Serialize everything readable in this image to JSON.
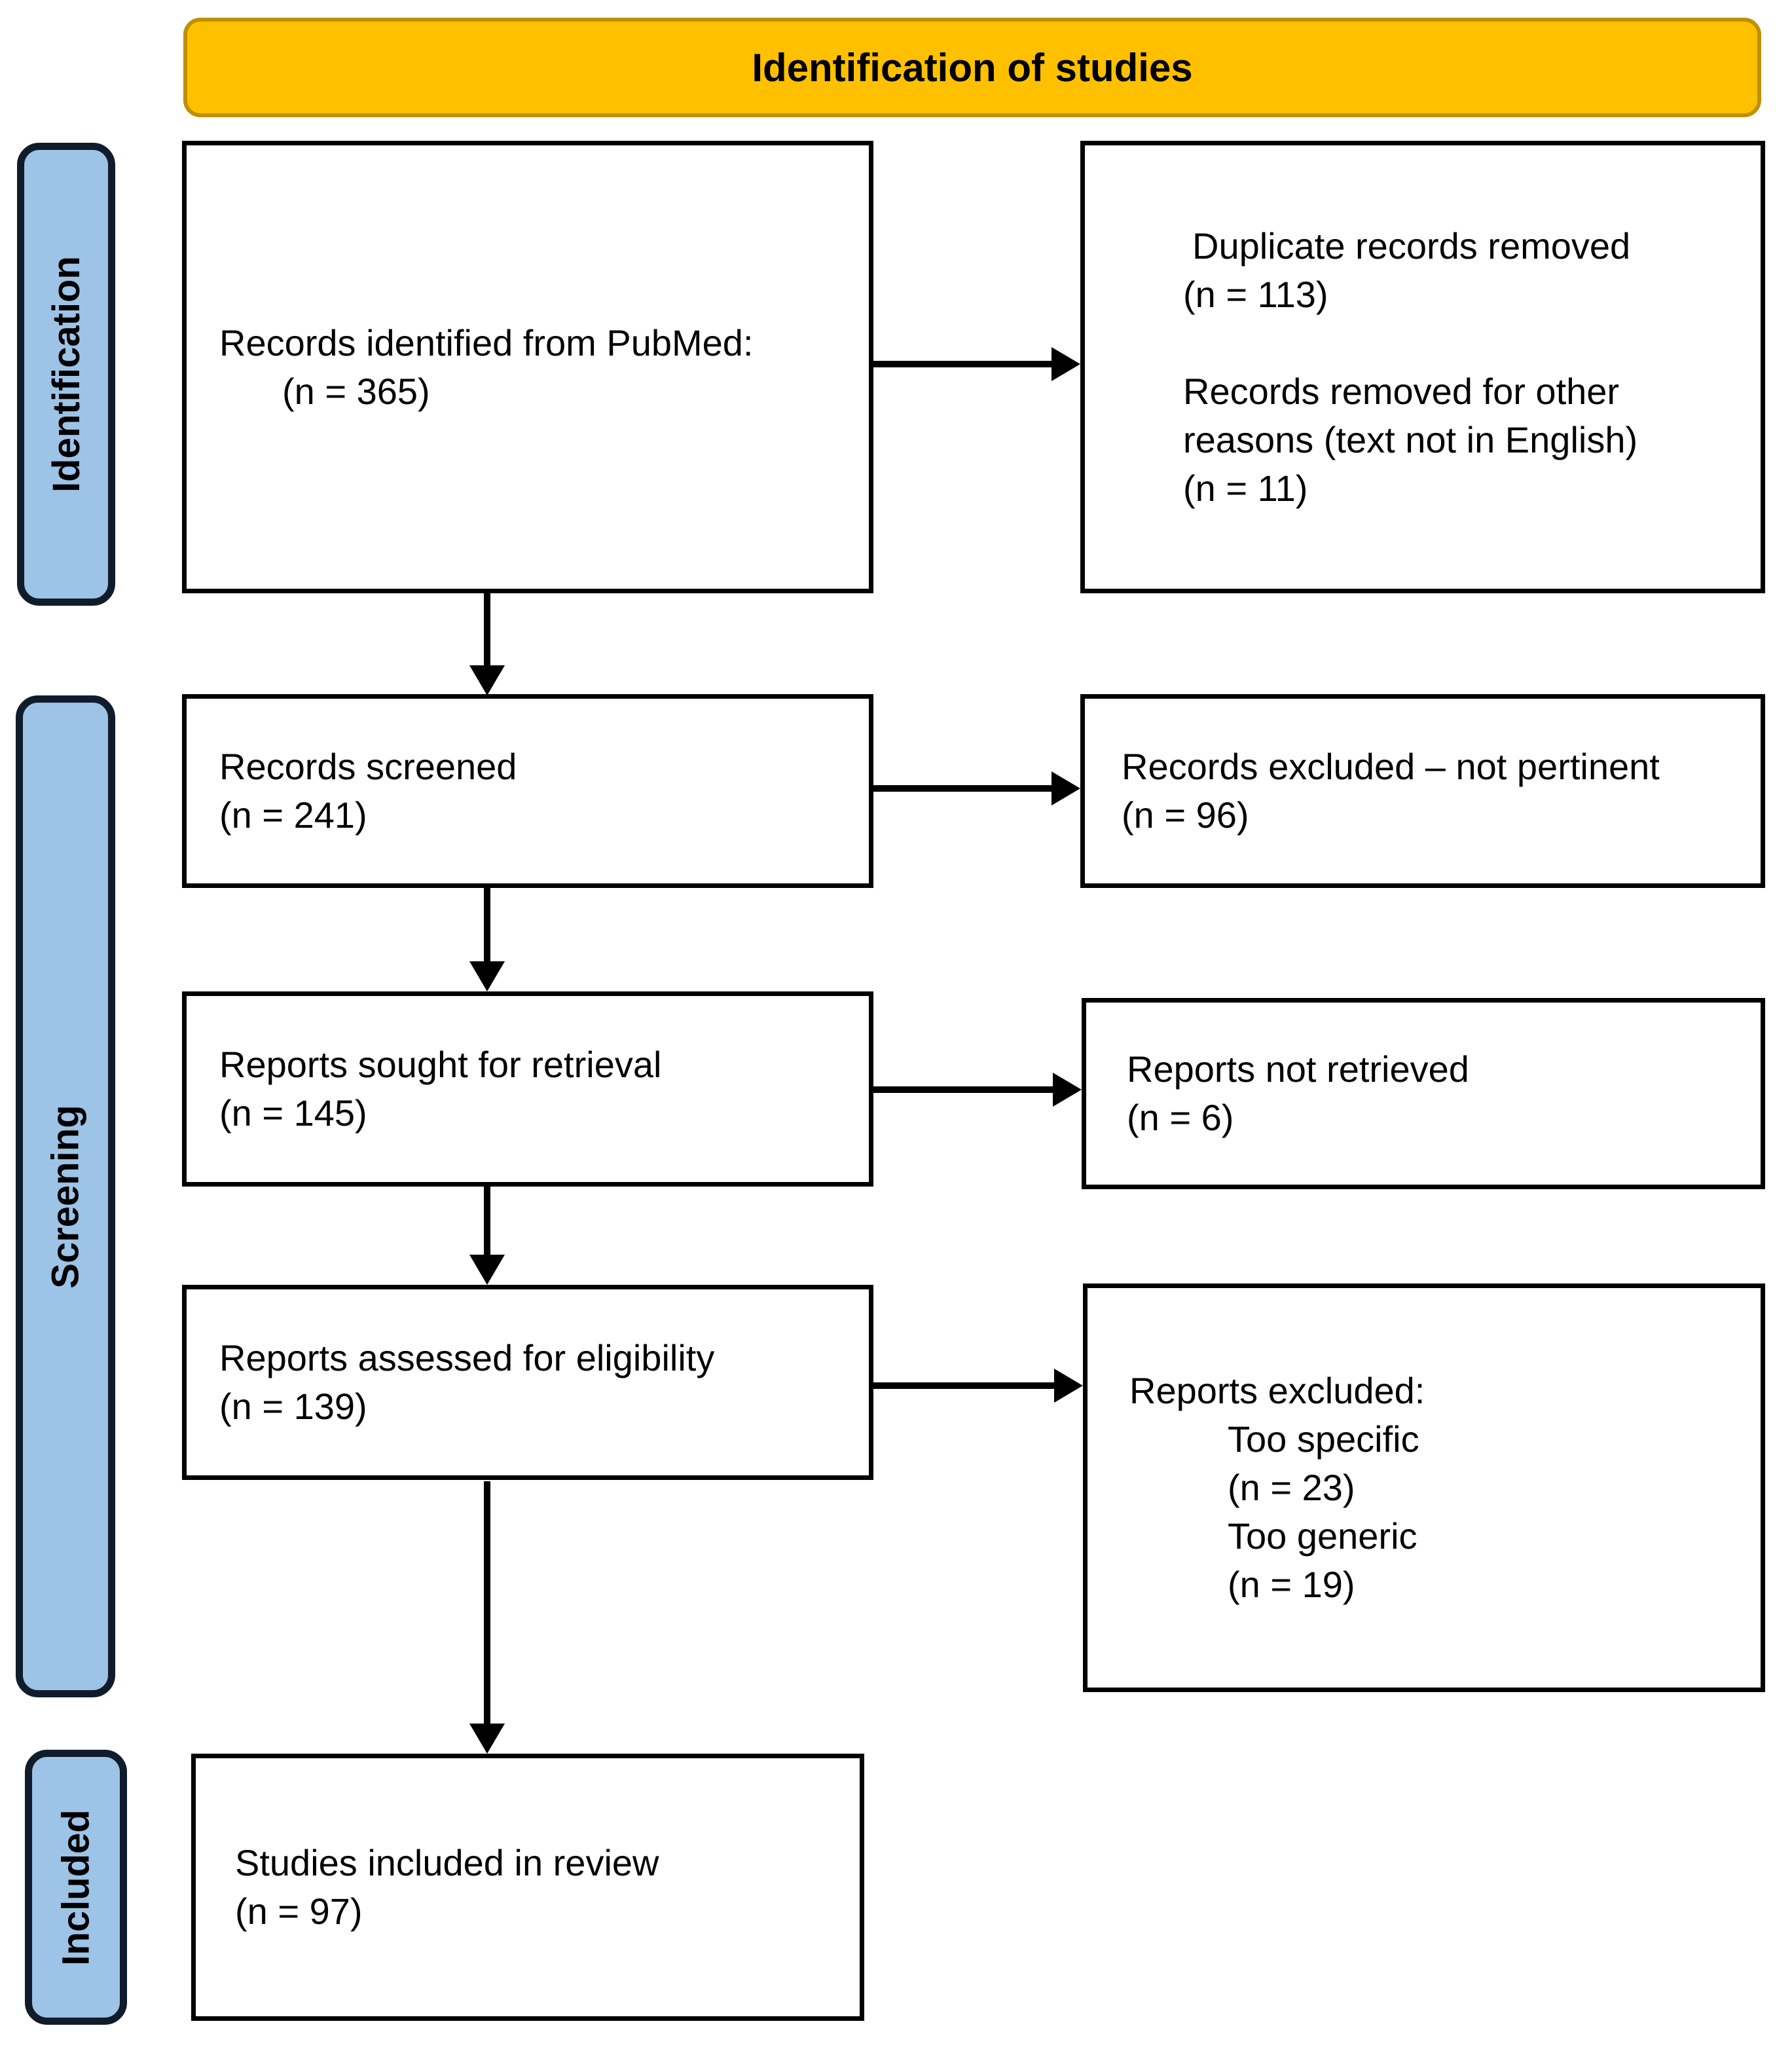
{
  "banner": {
    "title": "Identification of studies"
  },
  "sidebar": {
    "identification": "Identification",
    "screening": "Screening",
    "included": "Included"
  },
  "boxes": {
    "identified": {
      "line1": "Records identified from PubMed:",
      "line2": "(n = 365)"
    },
    "removed": {
      "line1": "Duplicate records removed",
      "line2": "(n = 113)",
      "line3": "Records removed for other",
      "line4": "reasons (text not in English)",
      "line5": "(n = 11)"
    },
    "screened": {
      "line1": "Records screened",
      "line2": "(n = 241)"
    },
    "excluded_screen": {
      "line1": "Records excluded – not pertinent",
      "line2": "(n = 96)"
    },
    "sought": {
      "line1": "Reports sought for retrieval",
      "line2": "(n = 145)"
    },
    "not_retrieved": {
      "line1": "Reports not retrieved",
      "line2": "(n = 6)"
    },
    "assessed": {
      "line1": "Reports assessed for eligibility",
      "line2": "(n = 139)"
    },
    "excluded_reports": {
      "line1": "Reports excluded:",
      "line2": "Too specific",
      "line3": "(n = 23)",
      "line4": "Too generic",
      "line5": "(n = 19)"
    },
    "included_review": {
      "line1": "Studies included in review",
      "line2": "(n = 97)"
    }
  },
  "colors": {
    "banner_fill": "#FFC000",
    "banner_border": "#BF9000",
    "stage_pill_fill": "#9DC3E6",
    "stage_pill_border": "#101C2B",
    "box_border": "#000000",
    "text": "#000000"
  }
}
